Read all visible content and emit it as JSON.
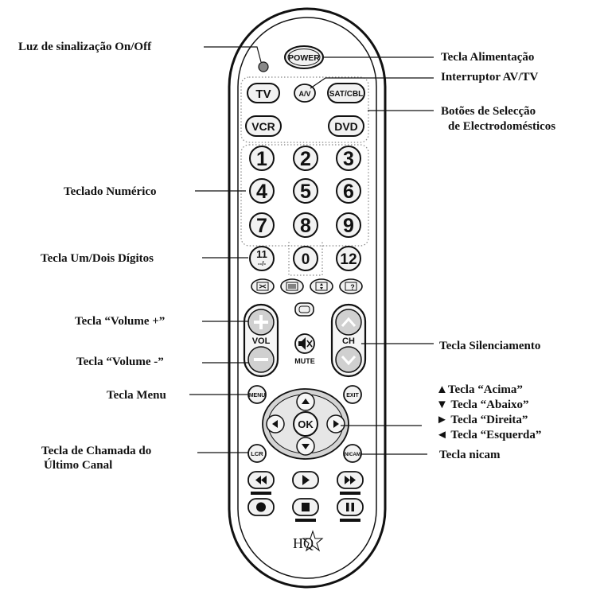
{
  "remote": {
    "power": "POWER",
    "av_tv": "A/V",
    "devices": {
      "tv": "TV",
      "sat": "SAT/CBL",
      "vcr": "VCR",
      "dvd": "DVD"
    },
    "digits": [
      "1",
      "2",
      "3",
      "4",
      "5",
      "6",
      "7",
      "8",
      "9"
    ],
    "digit_0": "0",
    "one_two_top": "11",
    "one_two_bottom": "--/-",
    "key_12": "12",
    "vol": "VOL",
    "ch": "CH",
    "mute": "MUTE",
    "menu": "MENU",
    "exit": "EXIT",
    "ok": "OK",
    "lcr": "LCR",
    "nicam": "NICAM",
    "logo": "HQ"
  },
  "labels": {
    "led": "Luz de sinalização On/Off",
    "power": "Tecla Alimentação",
    "av_switch": "Interruptor AV/TV",
    "device_select_1": "Botões de Selecção",
    "device_select_2": "de Electrodomésticos",
    "numeric": "Teclado Numérico",
    "one_two_digits": "Tecla Um/Dois Dígitos",
    "vol_up": "Tecla “Volume +”",
    "vol_down": "Tecla “Volume -”",
    "mute": "Tecla Silenciamento",
    "menu": "Tecla Menu",
    "up": "▲Tecla “Acima”",
    "down": "▼ Tecla “Abaixo”",
    "right": "► Tecla “Direita”",
    "left": "◄ Tecla “Esquerda”",
    "last_channel_1": "Tecla de Chamada do",
    "last_channel_2": "Último Canal",
    "nicam": "Tecla nicam"
  }
}
